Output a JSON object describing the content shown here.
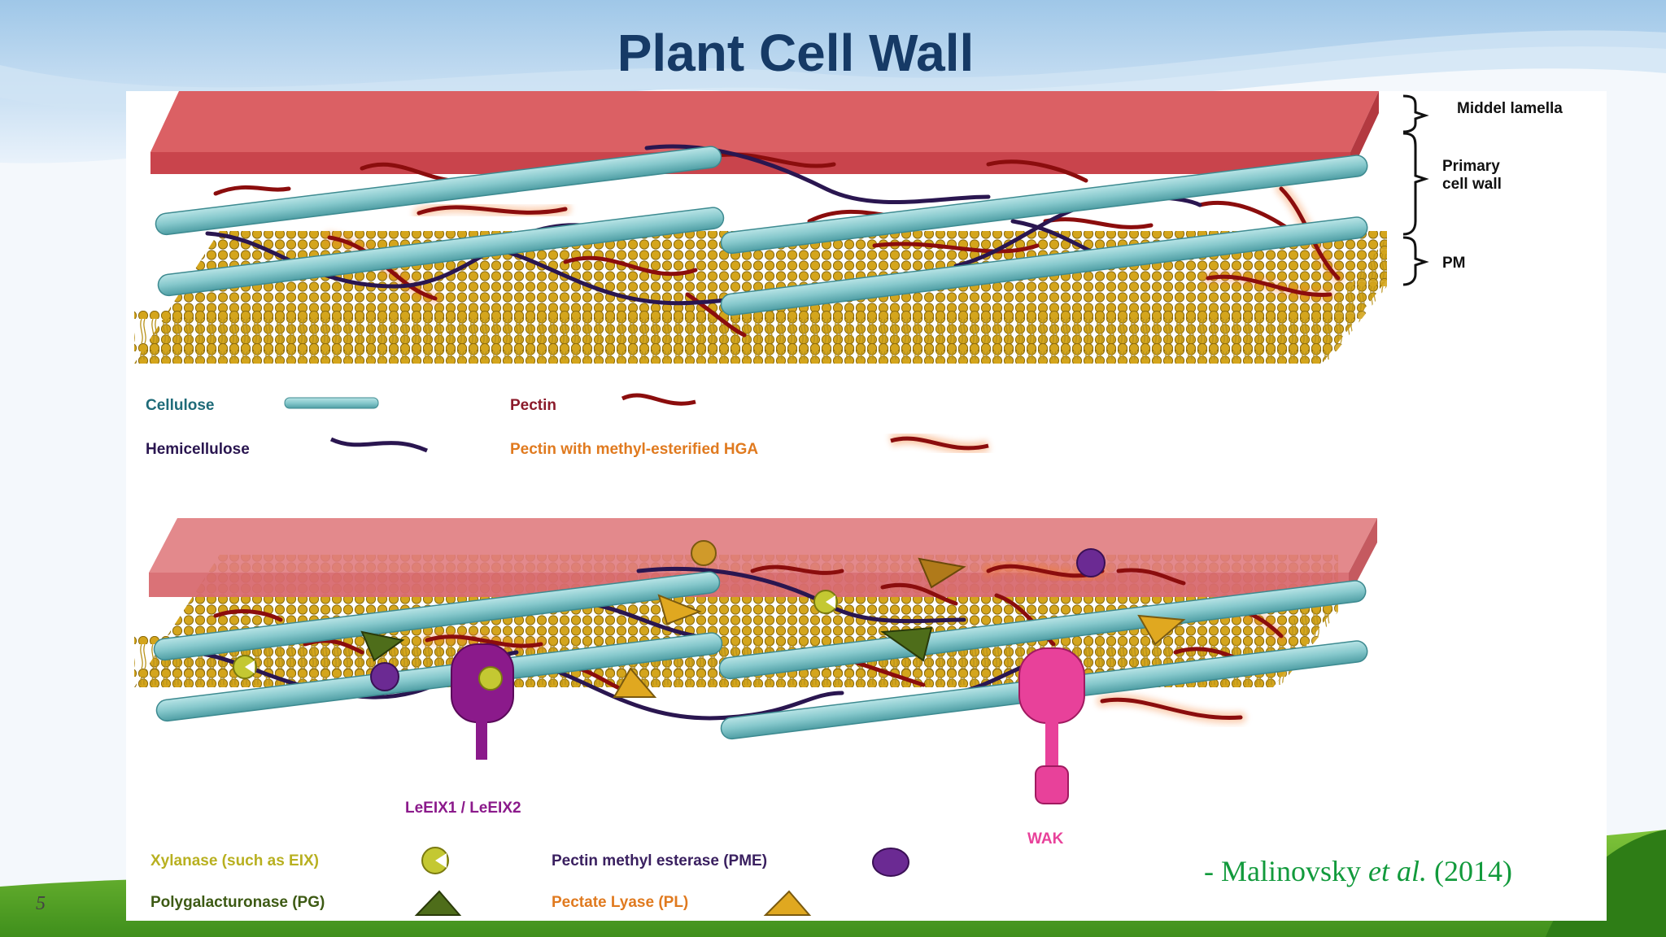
{
  "slide": {
    "title": "Plant Cell Wall",
    "page_number": "5",
    "citation": {
      "prefix": "- Malinovsky ",
      "etal": "et al.",
      "year": " (2014)"
    }
  },
  "diagram_top": {
    "layer_labels": {
      "middle_lamella": "Middel lamella",
      "primary_wall_1": "Primary",
      "primary_wall_2": "cell wall",
      "pm": "PM"
    },
    "legend": {
      "cellulose": "Cellulose",
      "pectin": "Pectin",
      "hemicellulose": "Hemicellulose",
      "pectin_methyl": "Pectin with methyl-esterified HGA"
    }
  },
  "diagram_bottom": {
    "receptor_label": "LeEIX1 / LeEIX2",
    "wak_label": "WAK",
    "legend": {
      "xylanase": "Xylanase (such as EIX)",
      "pme": "Pectin methyl esterase (PME)",
      "pg": "Polygalacturonase (PG)",
      "pl": "Pectate Lyase (PL)"
    }
  },
  "colors": {
    "title": "#163a66",
    "cellulose": "#86c8cc",
    "pectin": "#8b0d0d",
    "hemicellulose": "#2a1650",
    "lamella": "#d9575c",
    "lipid_head": "#d4a51c",
    "citation": "#129a3c",
    "xylanase": "#c4c832",
    "pme": "#6b2a93",
    "pg": "#4e6d1a",
    "pl": "#e0a820",
    "wak": "#e8419a",
    "receptor": "#8b1a8b"
  }
}
